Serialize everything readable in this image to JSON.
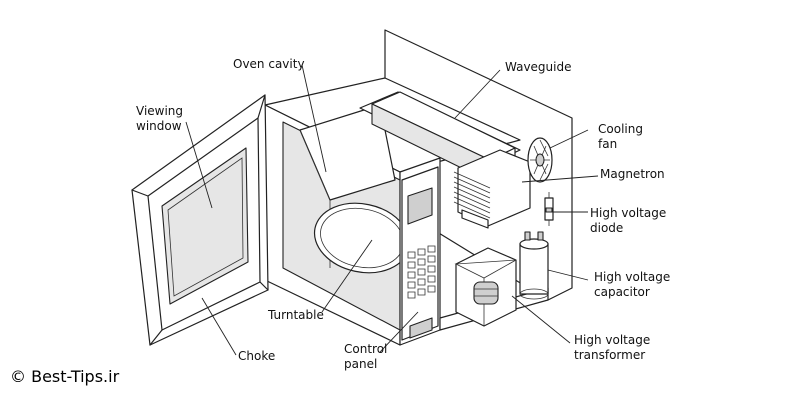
{
  "labels": {
    "oven_cavity": "Oven cavity",
    "waveguide": "Waveguide",
    "viewing_window": [
      "Viewing",
      "window"
    ],
    "cooling_fan": [
      "Cooling",
      "fan"
    ],
    "magnetron": "Magnetron",
    "hv_diode": [
      "High voltage",
      "diode"
    ],
    "hv_capacitor": [
      "High voltage",
      "capacitor"
    ],
    "hv_transformer": [
      "High voltage",
      "transformer"
    ],
    "turntable": "Turntable",
    "control_panel": [
      "Control",
      "panel"
    ],
    "choke": "Choke"
  },
  "copyright": "© Best-Tips.ir"
}
